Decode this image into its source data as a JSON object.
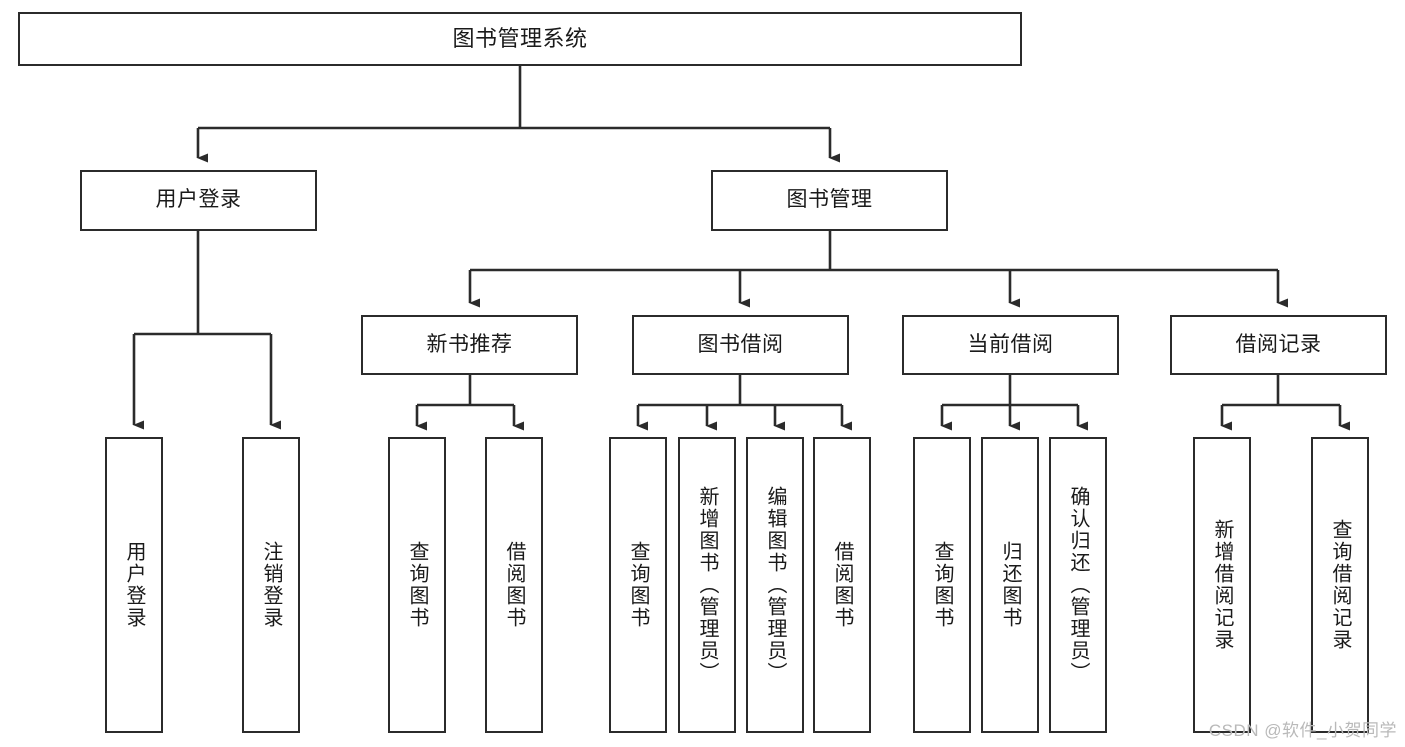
{
  "diagram": {
    "title": "图书管理系统",
    "type": "tree-hierarchy-chart",
    "watermark": "CSDN @软件_小贺同学",
    "colors": {
      "box_border": "#2b2b2b",
      "box_fill": "#ffffff",
      "connector": "#2b2b2b",
      "text": "#1a1a1a",
      "watermark": "#b9b9b9",
      "background": "#ffffff"
    },
    "levels": {
      "level1": "系统根节点",
      "level2": "一级功能模块",
      "level3": "二级功能模块",
      "level4": "叶子功能点"
    }
  },
  "nodes": {
    "root": {
      "label": "图书管理系统"
    },
    "level2": [
      {
        "id": "user-login",
        "label": "用户登录"
      },
      {
        "id": "book-manage",
        "label": "图书管理"
      }
    ],
    "level3": [
      {
        "id": "new-book-recommend",
        "label": "新书推荐"
      },
      {
        "id": "book-borrow",
        "label": "图书借阅"
      },
      {
        "id": "current-borrow",
        "label": "当前借阅"
      },
      {
        "id": "borrow-record",
        "label": "借阅记录"
      }
    ],
    "leaves": {
      "user-login": [
        {
          "id": "leaf-user-login",
          "label": "用户登录"
        },
        {
          "id": "leaf-user-logout",
          "label": "注销登录"
        }
      ],
      "new-book-recommend": [
        {
          "id": "leaf-query-book-1",
          "label": "查询图书"
        },
        {
          "id": "leaf-borrow-book-1",
          "label": "借阅图书"
        }
      ],
      "book-borrow": [
        {
          "id": "leaf-query-book-2",
          "label": "查询图书"
        },
        {
          "id": "leaf-add-book",
          "label": "新增图书（管理员）"
        },
        {
          "id": "leaf-edit-book",
          "label": "编辑图书（管理员）"
        },
        {
          "id": "leaf-borrow-book-2",
          "label": "借阅图书"
        }
      ],
      "current-borrow": [
        {
          "id": "leaf-query-book-3",
          "label": "查询图书"
        },
        {
          "id": "leaf-return-book",
          "label": "归还图书"
        },
        {
          "id": "leaf-confirm-return",
          "label": "确认归还（管理员）"
        }
      ],
      "borrow-record": [
        {
          "id": "leaf-add-record",
          "label": "新增借阅记录"
        },
        {
          "id": "leaf-query-record",
          "label": "查询借阅记录"
        }
      ]
    }
  }
}
